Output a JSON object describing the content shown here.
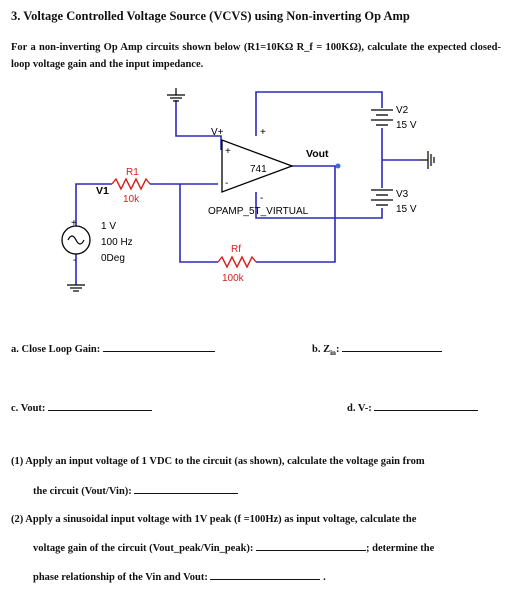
{
  "problem": {
    "title": "3. Voltage Controlled Voltage Source (VCVS) using Non-inverting Op Amp",
    "intro": "For a non-inverting Op Amp circuits shown below (R1=10KΩ R_f = 100KΩ), calculate the expected closed-loop voltage gain and the input impedance."
  },
  "circuit": {
    "opamp_pin_vplus": "V+",
    "opamp_plus_sign": "+",
    "opamp_minus_sign": "-",
    "opamp_model": "741",
    "opamp_part": "OPAMP_5T_VIRTUAL",
    "output_label": "Vout",
    "r1_name": "R1",
    "r1_value": "10k",
    "rf_name": "Rf",
    "rf_value": "100k",
    "source_name": "V1",
    "source_amplitude": "1 V",
    "source_freq": "100 Hz",
    "source_phase": "0Deg",
    "v2_name": "V2",
    "v2_value": "15 V",
    "v3_name": "V3",
    "v3_value": "15 V",
    "colors": {
      "wire": "#2b2bb8",
      "resistor": "#d62020",
      "output_dot": "#3a6ad6"
    }
  },
  "questions": {
    "a": "a. Close Loop Gain:",
    "b_prefix": "b. Z",
    "b_sub": "in",
    "b_suffix": ":",
    "c": "c. Vout:",
    "d": "d. V-:"
  },
  "parts": {
    "p1_line1": "(1) Apply an input voltage of 1 VDC to the circuit (as shown), calculate the voltage gain from",
    "p1_line2": "the circuit (Vout/Vin):",
    "p2_line1": "(2) Apply a sinusoidal input voltage with 1V peak (f =100Hz) as input voltage, calculate the",
    "p2_line2a": "voltage gain of the circuit (Vout_peak/Vin_peak):",
    "p2_line2b": "; determine the",
    "p2_line3a": "phase relationship of the Vin and Vout:",
    "p2_line3b": "."
  }
}
